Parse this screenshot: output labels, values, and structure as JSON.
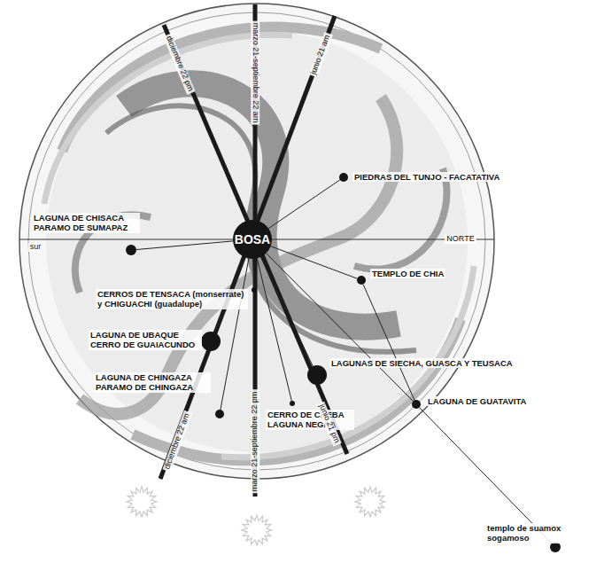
{
  "diagram": {
    "nodes": [
      {
        "text": [
          "BOSA"
        ]
      },
      {
        "text": [
          "PIEDRAS DEL TUNJO - FACATATIVA"
        ]
      },
      {
        "text": [
          "LAGUNA DE CHISACA PARAMO DE SUMAPAZ"
        ]
      },
      {
        "text": [
          "TEMPLO DE CHIA"
        ]
      },
      {
        "text": [
          "CERROS DE TENSACA (monserrate) y CHIGUACHI (guadalupe)"
        ]
      },
      {
        "text": [
          "LAGUNA DE UBAQUE CERRO DE GUAIACUNDO"
        ]
      },
      {
        "text": [
          "LAGUNA DE CHINGAZA PARAMO DE CHINGAZA"
        ]
      },
      {
        "text": [
          "LAGUNAS DE SIECHA, GUASCA Y TEUSACA"
        ]
      },
      {
        "text": [
          "CERRO DE CHEBA LAGUNA NEGRA"
        ]
      },
      {
        "text": [
          "LAGUNA DE GUATAVITA"
        ]
      },
      {
        "text": [
          "templo de suamox sogamoso"
        ]
      }
    ],
    "edges": [
      {
        "from": 0,
        "to": 1,
        "arrow": "none"
      },
      {
        "from": 0,
        "to": 2,
        "arrow": "none"
      },
      {
        "from": 0,
        "to": 3,
        "arrow": "none"
      },
      {
        "from": 0,
        "to": 4,
        "arrow": "none"
      },
      {
        "from": 0,
        "to": 5,
        "arrow": "none"
      },
      {
        "from": 0,
        "to": 6,
        "arrow": "none"
      },
      {
        "from": 0,
        "to": 7,
        "arrow": "none"
      },
      {
        "from": 0,
        "to": 8,
        "arrow": "none"
      },
      {
        "from": 0,
        "to": 9,
        "arrow": "none"
      },
      {
        "from": 3,
        "to": 9,
        "arrow": "none"
      },
      {
        "from": 9,
        "to": 10,
        "arrow": "none"
      }
    ],
    "labels": [
      "sur",
      "NORTE",
      "diciembre 22 pm",
      "marzo 21-septiembre 22 am",
      "junio 21 am",
      "diciembre 22 am",
      "marzo 21-septiembre 22 pm",
      "junio 21 pm"
    ]
  }
}
